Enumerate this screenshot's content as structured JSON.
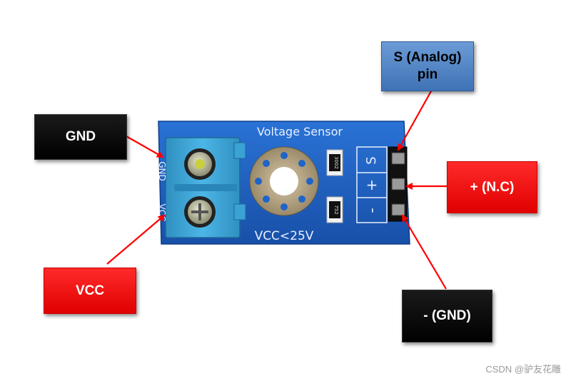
{
  "board": {
    "title": "Voltage Sensor",
    "rating": "VCC<25V",
    "gnd_silk": "GND",
    "vcc_silk": "VCC",
    "header_s": "S",
    "header_plus": "+",
    "header_minus": "-",
    "resistor_top": "3002",
    "resistor_bottom": "752",
    "pcb_color": "#1f64c8",
    "terminal_color": "#3ba8d8"
  },
  "labels": {
    "gnd": "GND",
    "vcc": "VCC",
    "signal_line1": "S (Analog)",
    "signal_line2": "pin",
    "plus_nc": "+ (N.C)",
    "minus_gnd": "- (GND)"
  },
  "colors": {
    "arrow": "#ff0000",
    "black_label": "#000000",
    "red_label": "#ff0000",
    "blue_label": "#4f86c6"
  },
  "watermark": "CSDN @驴友花雕"
}
